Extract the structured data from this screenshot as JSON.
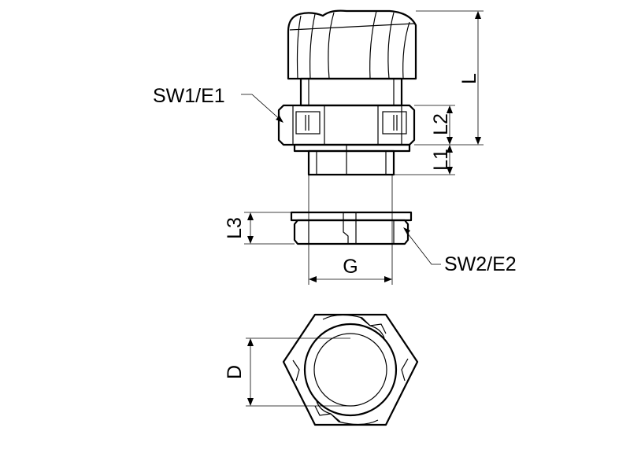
{
  "labels": {
    "sw1_e1": "SW1/E1",
    "sw2_e2": "SW2/E2",
    "L": "L",
    "L1": "L1",
    "L2": "L2",
    "L3": "L3",
    "G": "G",
    "D": "D"
  },
  "colors": {
    "line": "#000000",
    "background": "#ffffff"
  }
}
